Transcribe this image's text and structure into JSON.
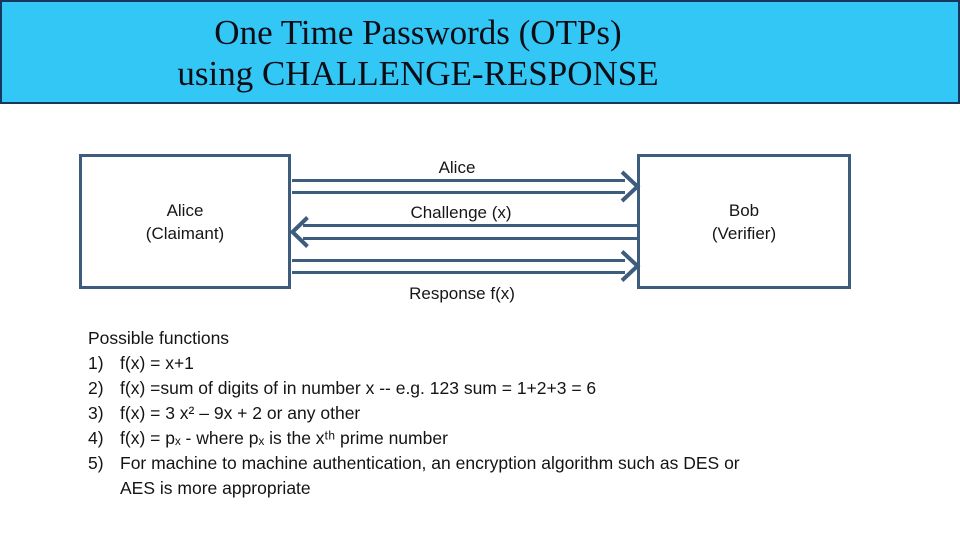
{
  "slide": {
    "title_line1": "One Time Passwords (OTPs)",
    "title_line2": "using CHALLENGE-RESPONSE"
  },
  "diagram": {
    "claimant_box": {
      "line1": "Alice",
      "line2": "(Claimant)"
    },
    "verifier_box": {
      "line1": "Bob",
      "line2": "(Verifier)"
    },
    "arrows": [
      {
        "label": "Alice",
        "direction": "right"
      },
      {
        "label": "Challenge (x)",
        "direction": "left"
      },
      {
        "label": "Response f(x)",
        "direction": "right"
      }
    ]
  },
  "body": {
    "heading": "Possible functions",
    "items": [
      {
        "num": "1)",
        "text": "f(x) = x+1"
      },
      {
        "num": "2)",
        "text": "f(x) =sum of digits of in number x -- e.g. 123 sum = 1+2+3 = 6"
      },
      {
        "num": "3)",
        "text": "f(x) = 3 x² – 9x  + 2 or any other"
      },
      {
        "num": "4)",
        "text": "f(x) = pₓ  - where pₓ  is the xᵗʰ prime number"
      },
      {
        "num": "5)",
        "text": "For machine to machine authentication, an encryption algorithm such as DES or\nAES is more appropriate"
      }
    ]
  },
  "colors": {
    "band-bg": "#33C7F6",
    "band-border": "#17375E",
    "shape-stroke": "#3D5C7E",
    "text": "#1a1a1a"
  }
}
